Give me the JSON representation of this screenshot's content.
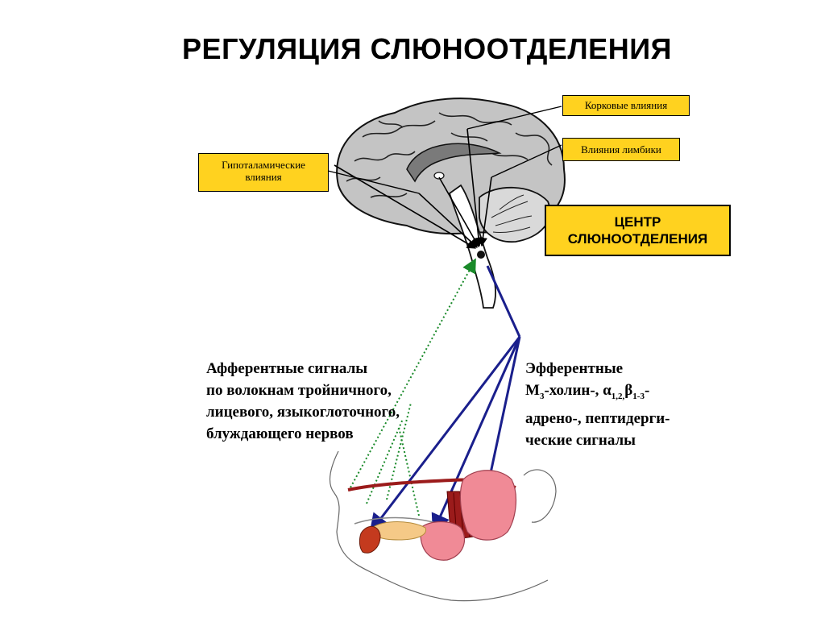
{
  "title": "РЕГУЛЯЦИЯ СЛЮНООТДЕЛЕНИЯ",
  "labels": {
    "cortical": "Корковые влияния",
    "limbic": "Влияния лимбики",
    "hypothalamic_line1": "Гипоталамические",
    "hypothalamic_line2": "влияния",
    "center_line1": "ЦЕНТР",
    "center_line2": "СЛЮНООТДЕЛЕНИЯ"
  },
  "afferent": {
    "lines": [
      "Афферентные сигналы",
      "по волокнам тройничного,",
      "лицевого, языкоглоточного,",
      "блуждающего нервов"
    ]
  },
  "efferent": {
    "line1": "Эфферентные",
    "line2_prefix": "М",
    "line2_sub1": "3",
    "line2_mid": "-холин-, ",
    "alpha": "α",
    "alpha_sub": "1,2,",
    "beta": "β",
    "beta_sub": "1-3",
    "line2_end": "-",
    "line3": "адрено-, пептидерги-",
    "line4": "ческие сигналы"
  },
  "colors": {
    "box_fill": "#ffd21f",
    "efferent_arrow": "#1a1f8c",
    "afferent_arrow": "#1a8a2a",
    "brain_gray": "#bfbfbf",
    "gland_pink": "#f08a96",
    "gland_orange": "#f5c987",
    "muscle_red": "#9b1b1b"
  }
}
